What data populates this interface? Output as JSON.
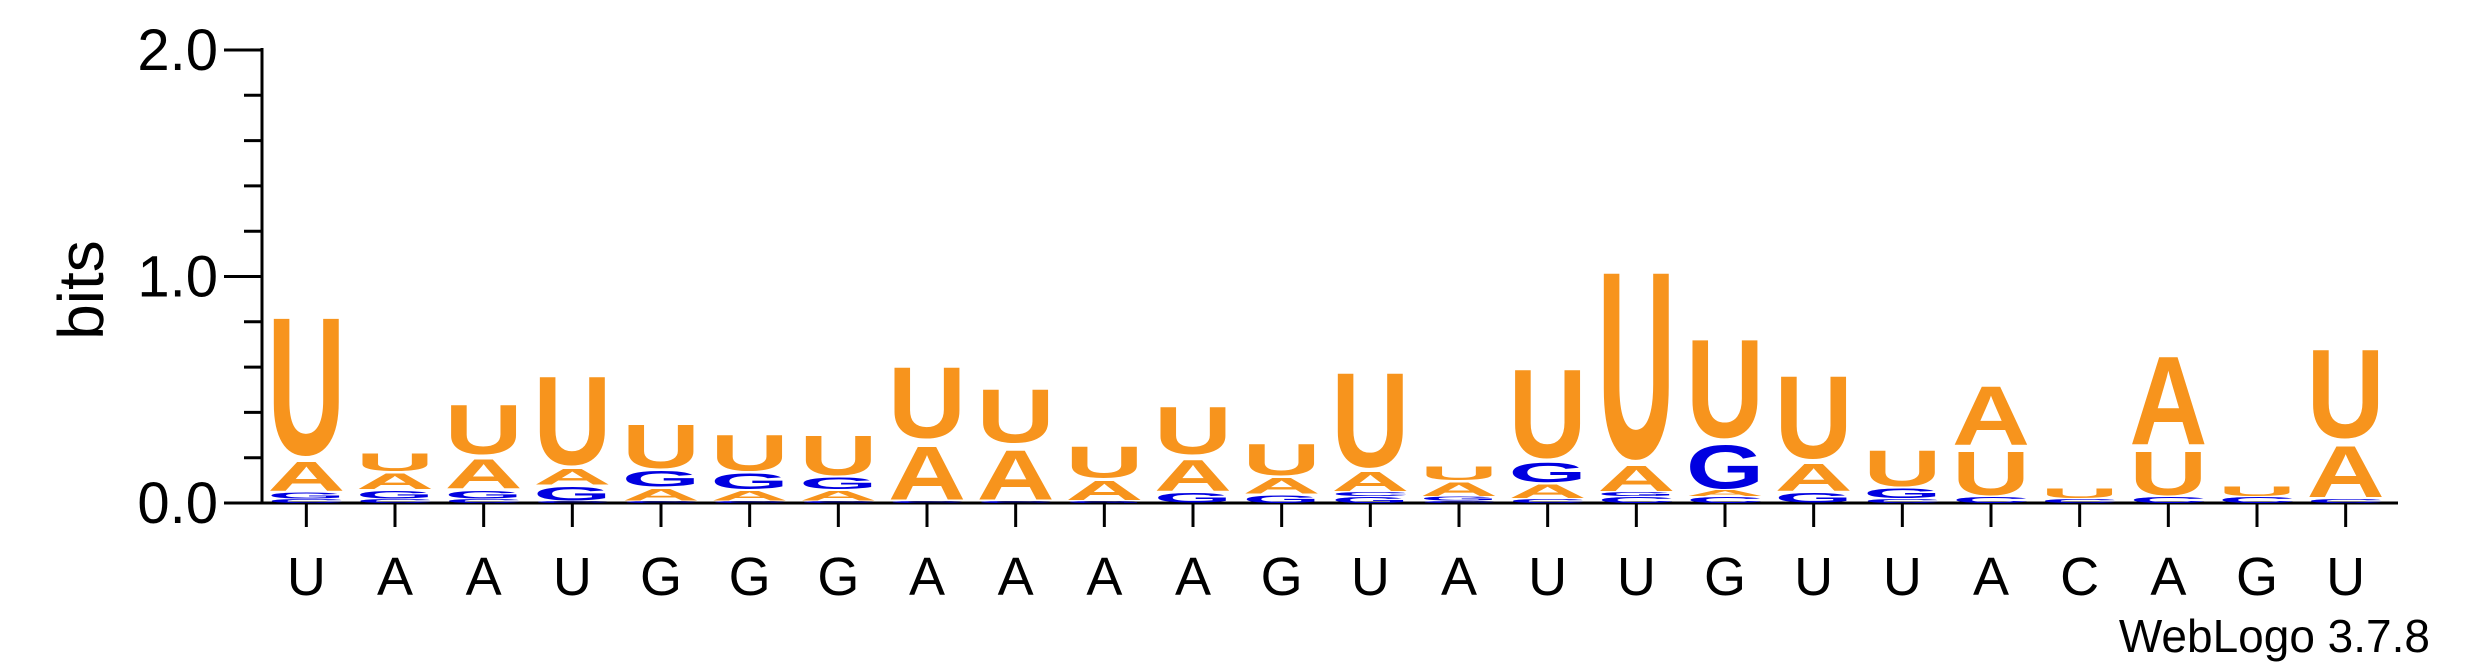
{
  "chart_data": {
    "type": "sequence-logo",
    "ylabel": "bits",
    "ylim": [
      0,
      2.0
    ],
    "yticks": [
      "0.0",
      "1.0",
      "2.0"
    ],
    "positions": [
      "U",
      "A",
      "A",
      "U",
      "G",
      "G",
      "G",
      "A",
      "A",
      "A",
      "A",
      "G",
      "U",
      "A",
      "U",
      "U",
      "G",
      "U",
      "U",
      "A",
      "C",
      "A",
      "G",
      "U"
    ],
    "colors": {
      "A": "#F7941D",
      "U": "#F7941D",
      "G": "#0000E0",
      "C": "#0000E0"
    },
    "stacks": [
      [
        {
          "l": "C",
          "h": 0.02
        },
        {
          "l": "G",
          "h": 0.03
        },
        {
          "l": "A",
          "h": 0.15
        },
        {
          "l": "U",
          "h": 0.7
        }
      ],
      [
        {
          "l": "C",
          "h": 0.02
        },
        {
          "l": "G",
          "h": 0.04
        },
        {
          "l": "A",
          "h": 0.08
        },
        {
          "l": "U",
          "h": 0.09
        }
      ],
      [
        {
          "l": "C",
          "h": 0.02
        },
        {
          "l": "G",
          "h": 0.04
        },
        {
          "l": "A",
          "h": 0.15
        },
        {
          "l": "U",
          "h": 0.25
        }
      ],
      [
        {
          "l": "C",
          "h": 0.01
        },
        {
          "l": "G",
          "h": 0.07
        },
        {
          "l": "A",
          "h": 0.08
        },
        {
          "l": "U",
          "h": 0.45
        }
      ],
      [
        {
          "l": "C",
          "h": 0.01
        },
        {
          "l": "A",
          "h": 0.06
        },
        {
          "l": "G",
          "h": 0.08
        },
        {
          "l": "U",
          "h": 0.22
        }
      ],
      [
        {
          "l": "C",
          "h": 0.01
        },
        {
          "l": "A",
          "h": 0.05
        },
        {
          "l": "G",
          "h": 0.08
        },
        {
          "l": "U",
          "h": 0.18
        }
      ],
      [
        {
          "l": "C",
          "h": 0.01
        },
        {
          "l": "A",
          "h": 0.05
        },
        {
          "l": "G",
          "h": 0.06
        },
        {
          "l": "U",
          "h": 0.2
        }
      ],
      [
        {
          "l": "C",
          "h": 0.01
        },
        {
          "l": "A",
          "h": 0.27
        },
        {
          "l": "U",
          "h": 0.36
        }
      ],
      [
        {
          "l": "C",
          "h": 0.01
        },
        {
          "l": "A",
          "h": 0.25
        },
        {
          "l": "U",
          "h": 0.27
        }
      ],
      [
        {
          "l": "G",
          "h": 0.01
        },
        {
          "l": "A",
          "h": 0.1
        },
        {
          "l": "U",
          "h": 0.16
        }
      ],
      [
        {
          "l": "G",
          "h": 0.05
        },
        {
          "l": "A",
          "h": 0.16
        },
        {
          "l": "U",
          "h": 0.24
        }
      ],
      [
        {
          "l": "G",
          "h": 0.04
        },
        {
          "l": "A",
          "h": 0.08
        },
        {
          "l": "U",
          "h": 0.16
        }
      ],
      [
        {
          "l": "G",
          "h": 0.03
        },
        {
          "l": "C",
          "h": 0.02
        },
        {
          "l": "A",
          "h": 0.1
        },
        {
          "l": "U",
          "h": 0.48
        }
      ],
      [
        {
          "l": "C",
          "h": 0.01
        },
        {
          "l": "G",
          "h": 0.02
        },
        {
          "l": "A",
          "h": 0.07
        },
        {
          "l": "U",
          "h": 0.07
        }
      ],
      [
        {
          "l": "C",
          "h": 0.02
        },
        {
          "l": "A",
          "h": 0.07
        },
        {
          "l": "G",
          "h": 0.1
        },
        {
          "l": "U",
          "h": 0.45
        }
      ],
      [
        {
          "l": "C",
          "h": 0.03
        },
        {
          "l": "G",
          "h": 0.02
        },
        {
          "l": "A",
          "h": 0.13
        },
        {
          "l": "U",
          "h": 0.95
        }
      ],
      [
        {
          "l": "C",
          "h": 0.03
        },
        {
          "l": "A",
          "h": 0.03
        },
        {
          "l": "G",
          "h": 0.22
        },
        {
          "l": "U",
          "h": 0.5
        }
      ],
      [
        {
          "l": "G",
          "h": 0.05
        },
        {
          "l": "A",
          "h": 0.14
        },
        {
          "l": "U",
          "h": 0.42
        }
      ],
      [
        {
          "l": "C",
          "h": 0.02
        },
        {
          "l": "G",
          "h": 0.05
        },
        {
          "l": "U",
          "h": 0.18
        }
      ],
      [
        {
          "l": "C",
          "h": 0.03
        },
        {
          "l": "U",
          "h": 0.22
        },
        {
          "l": "A",
          "h": 0.3
        }
      ],
      [
        {
          "l": "C",
          "h": 0.02
        },
        {
          "l": "U",
          "h": 0.05
        }
      ],
      [
        {
          "l": "C",
          "h": 0.03
        },
        {
          "l": "U",
          "h": 0.22
        },
        {
          "l": "A",
          "h": 0.45
        }
      ],
      [
        {
          "l": "C",
          "h": 0.03
        },
        {
          "l": "U",
          "h": 0.05
        }
      ],
      [
        {
          "l": "C",
          "h": 0.02
        },
        {
          "l": "A",
          "h": 0.26
        },
        {
          "l": "U",
          "h": 0.45
        }
      ]
    ]
  },
  "footer": "WebLogo 3.7.8"
}
